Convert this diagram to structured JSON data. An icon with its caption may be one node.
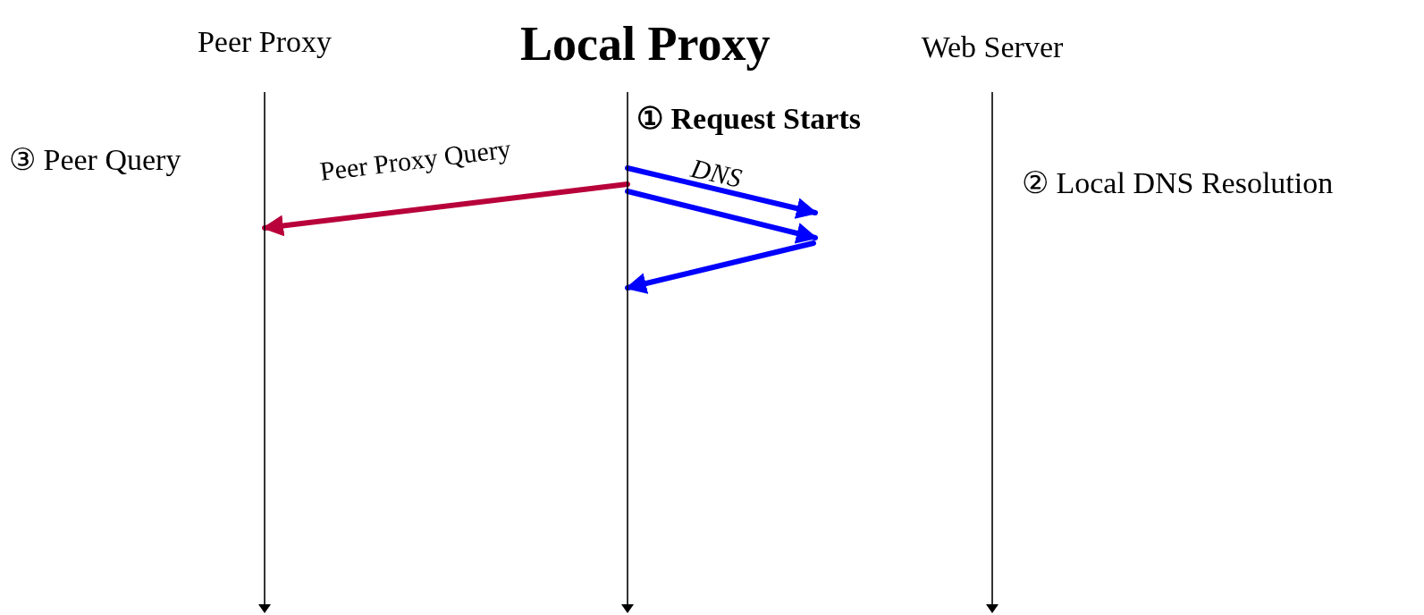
{
  "diagram": {
    "nodes": [
      {
        "text": [
          "Peer Proxy"
        ]
      },
      {
        "text": [
          "Local Proxy"
        ]
      },
      {
        "text": [
          "Web Server"
        ]
      }
    ],
    "edges": [
      {
        "from": 1,
        "to": 0,
        "arrow": "to",
        "label": "Peer Proxy Query",
        "color": "#b8003a"
      },
      {
        "from": 1,
        "to": null,
        "arrow": "to",
        "label": "DNS"
      },
      {
        "from": 1,
        "to": null,
        "arrow": "to"
      },
      {
        "from": null,
        "to": 1,
        "arrow": "to"
      }
    ],
    "labels": [
      "① Request Starts",
      "③ Peer Query",
      "② Local DNS Resolution"
    ]
  }
}
